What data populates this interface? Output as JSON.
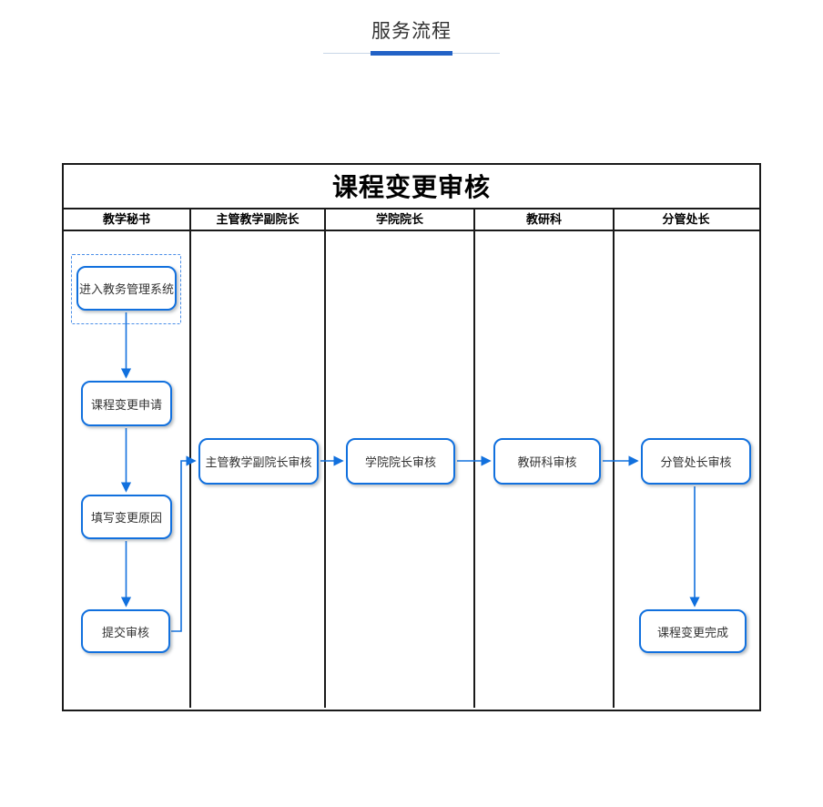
{
  "page": {
    "title": "服务流程"
  },
  "diagram": {
    "title": "课程变更审核",
    "lanes": [
      {
        "label": "教学秘书"
      },
      {
        "label": "主管教学副院长"
      },
      {
        "label": "学院院长"
      },
      {
        "label": "教研科"
      },
      {
        "label": "分管处长"
      }
    ],
    "nodes": [
      {
        "id": "enter-system",
        "label": "进入教务管理系统",
        "lane": "教学秘书",
        "selected": true
      },
      {
        "id": "change-request",
        "label": "课程变更申请",
        "lane": "教学秘书"
      },
      {
        "id": "fill-reason",
        "label": "填写变更原因",
        "lane": "教学秘书"
      },
      {
        "id": "submit-review",
        "label": "提交审核",
        "lane": "教学秘书"
      },
      {
        "id": "vice-dean-review",
        "label": "主管教学副院长审核",
        "lane": "主管教学副院长"
      },
      {
        "id": "dean-review",
        "label": "学院院长审核",
        "lane": "学院院长"
      },
      {
        "id": "research-review",
        "label": "教研科审核",
        "lane": "教研科"
      },
      {
        "id": "director-review",
        "label": "分管处长审核",
        "lane": "分管处长"
      },
      {
        "id": "complete",
        "label": "课程变更完成",
        "lane": "分管处长"
      }
    ],
    "edges": [
      {
        "from": "enter-system",
        "to": "change-request"
      },
      {
        "from": "change-request",
        "to": "fill-reason"
      },
      {
        "from": "fill-reason",
        "to": "submit-review"
      },
      {
        "from": "submit-review",
        "to": "vice-dean-review"
      },
      {
        "from": "vice-dean-review",
        "to": "dean-review"
      },
      {
        "from": "dean-review",
        "to": "research-review"
      },
      {
        "from": "research-review",
        "to": "director-review"
      },
      {
        "from": "director-review",
        "to": "complete"
      }
    ]
  },
  "colors": {
    "node_border_blue": "#1170de",
    "arrow_blue": "#1170de",
    "selection_dash_blue": "#4a8ee8",
    "underline_bar_blue": "#2262c6",
    "underline_line_gray": "#c9d7e8",
    "table_border_black": "#1a1a1a",
    "text_dark": "#333333"
  }
}
